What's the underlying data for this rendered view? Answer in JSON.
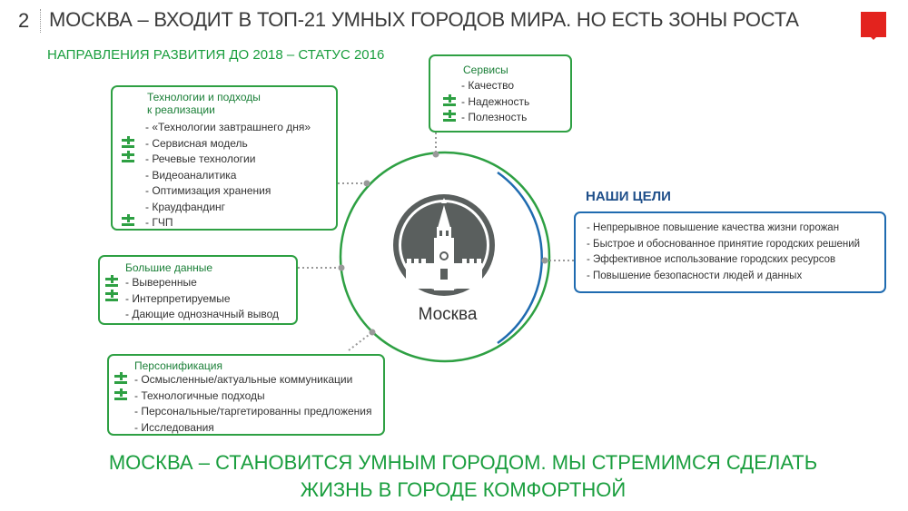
{
  "header": {
    "slide_number": "2",
    "title": "МОСКВА – ВХОДИТ В ТОП-21 УМНЫХ ГОРОДОВ МИРА. НО ЕСТЬ ЗОНЫ РОСТА"
  },
  "subtitle": "НАПРАВЛЕНИЯ РАЗВИТИЯ ДО 2018  – СТАТУС 2016",
  "center": {
    "label": "Москва"
  },
  "boxes": {
    "tech": {
      "title_line1": "Технологии и подходы",
      "title_line2": "к реализации",
      "items": [
        "- «Технологии завтрашнего дня»",
        "- Сервисная модель",
        "- Речевые технологии",
        "- Видеоаналитика",
        "- Оптимизация хранения",
        "- Краудфандинг",
        "- ГЧП"
      ]
    },
    "services": {
      "title": "Сервисы",
      "items": [
        "- Качество",
        "- Надежность",
        "- Полезность"
      ]
    },
    "bigdata": {
      "title": "Большие данные",
      "items": [
        "- Выверенные",
        "- Интерпретируемые",
        "- Дающие однозначный вывод"
      ]
    },
    "personal": {
      "title": "Персонификация",
      "items": [
        "- Осмысленные/актуальные коммуникации",
        "- Технологичные подходы",
        "- Персональные/таргетированны предложения",
        "- Исследования"
      ]
    },
    "goals": {
      "title": "НАШИ ЦЕЛИ",
      "items": [
        "- Непрерывное повышение качества жизни горожан",
        "- Быстрое и обоснованное принятие городских решений",
        "- Эффективное использование городских ресурсов",
        "- Повышение безопасности людей и данных"
      ]
    }
  },
  "bottom": {
    "line1": "МОСКВА – СТАНОВИТСЯ УМНЫМ ГОРОДОМ. МЫ СТРЕМИМСЯ СДЕЛАТЬ",
    "line2": "ЖИЗНЬ В ГОРОДЕ КОМФОРТНОЙ"
  },
  "colors": {
    "accent_green": "#2ea043",
    "text_green": "#1a9e3e",
    "accent_blue": "#1f6bb0",
    "emblem_gray": "#5a5f5e",
    "logo_red": "#e3231e"
  }
}
